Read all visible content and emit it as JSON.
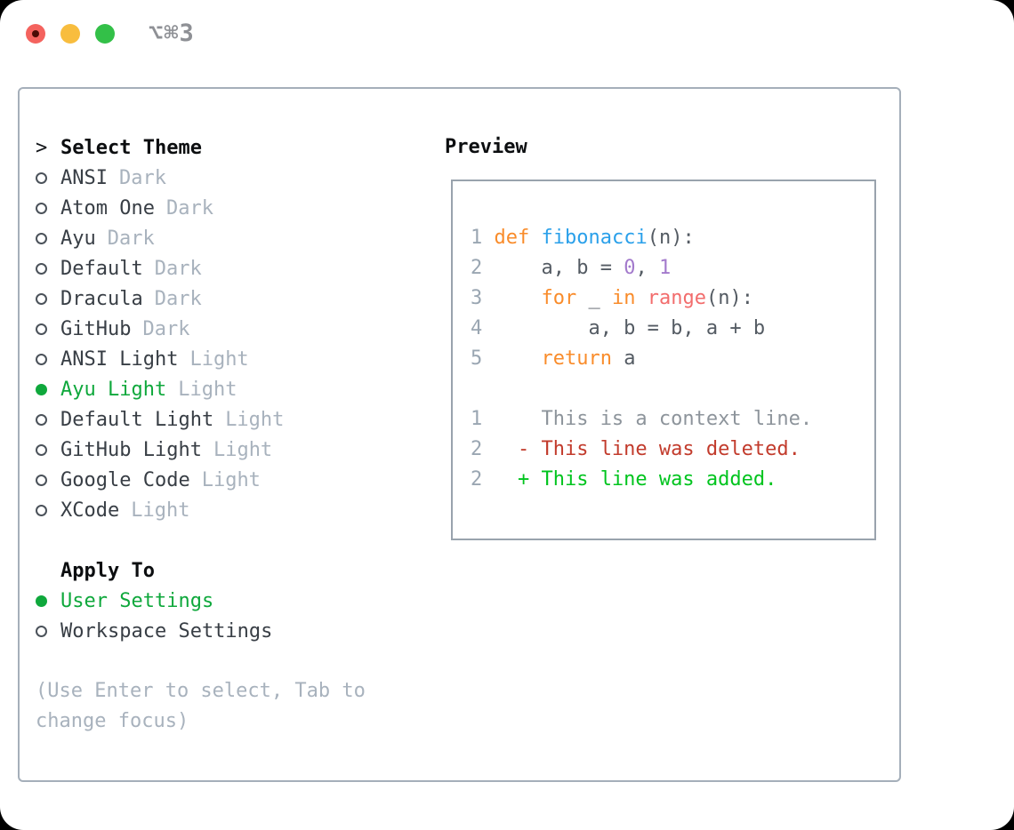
{
  "window": {
    "shortcut": "⌥⌘3"
  },
  "colors": {
    "selected_green": "#0fa83c",
    "keyword": "#f98c2b",
    "function": "#2aa0ea",
    "number": "#a37acc",
    "builtin": "#f26d6d",
    "fg": "#545b63",
    "context": "#8d949b",
    "deleted": "#c23b2c",
    "added": "#00c41e",
    "line_number": "#9aa6b2"
  },
  "theme_selector": {
    "header": "Select Theme",
    "items": [
      {
        "name": "ANSI",
        "variant": "Dark",
        "selected": false
      },
      {
        "name": "Atom One",
        "variant": "Dark",
        "selected": false
      },
      {
        "name": "Ayu",
        "variant": "Dark",
        "selected": false
      },
      {
        "name": "Default",
        "variant": "Dark",
        "selected": false
      },
      {
        "name": "Dracula",
        "variant": "Dark",
        "selected": false
      },
      {
        "name": "GitHub",
        "variant": "Dark",
        "selected": false
      },
      {
        "name": "ANSI Light",
        "variant": "Light",
        "selected": false
      },
      {
        "name": "Ayu Light",
        "variant": "Light",
        "selected": true
      },
      {
        "name": "Default Light",
        "variant": "Light",
        "selected": false
      },
      {
        "name": "GitHub Light",
        "variant": "Light",
        "selected": false
      },
      {
        "name": "Google Code",
        "variant": "Light",
        "selected": false
      },
      {
        "name": "XCode",
        "variant": "Light",
        "selected": false
      }
    ]
  },
  "apply_to": {
    "header": "Apply To",
    "options": [
      {
        "name": "User Settings",
        "selected": true
      },
      {
        "name": "Workspace Settings",
        "selected": false
      }
    ]
  },
  "hint": "(Use Enter to select, Tab to change focus)",
  "preview": {
    "header": "Preview",
    "code_lines": [
      {
        "num": "1",
        "tokens": [
          [
            "def",
            "keyword"
          ],
          [
            " ",
            "fg"
          ],
          [
            "fibonacci",
            "function"
          ],
          [
            "(n):",
            "fg"
          ]
        ]
      },
      {
        "num": "2",
        "tokens": [
          [
            "    a, b = ",
            "fg"
          ],
          [
            "0",
            "number"
          ],
          [
            ", ",
            "fg"
          ],
          [
            "1",
            "number"
          ]
        ]
      },
      {
        "num": "3",
        "tokens": [
          [
            "    ",
            "fg"
          ],
          [
            "for",
            "keyword"
          ],
          [
            " _ ",
            "fg"
          ],
          [
            "in",
            "keyword"
          ],
          [
            " ",
            "fg"
          ],
          [
            "range",
            "builtin"
          ],
          [
            "(n):",
            "fg"
          ]
        ]
      },
      {
        "num": "4",
        "tokens": [
          [
            "        a, b = b, a + b",
            "fg"
          ]
        ]
      },
      {
        "num": "5",
        "tokens": [
          [
            "    ",
            "fg"
          ],
          [
            "return",
            "keyword"
          ],
          [
            " a",
            "fg"
          ]
        ]
      },
      {
        "num": "",
        "tokens": []
      },
      {
        "num": "1",
        "tokens": [
          [
            "    This is a context line.",
            "context"
          ]
        ]
      },
      {
        "num": "2",
        "tokens": [
          [
            "  - This line was deleted.",
            "deleted"
          ]
        ]
      },
      {
        "num": "2",
        "tokens": [
          [
            "  + This line was added.",
            "added"
          ]
        ]
      }
    ]
  }
}
